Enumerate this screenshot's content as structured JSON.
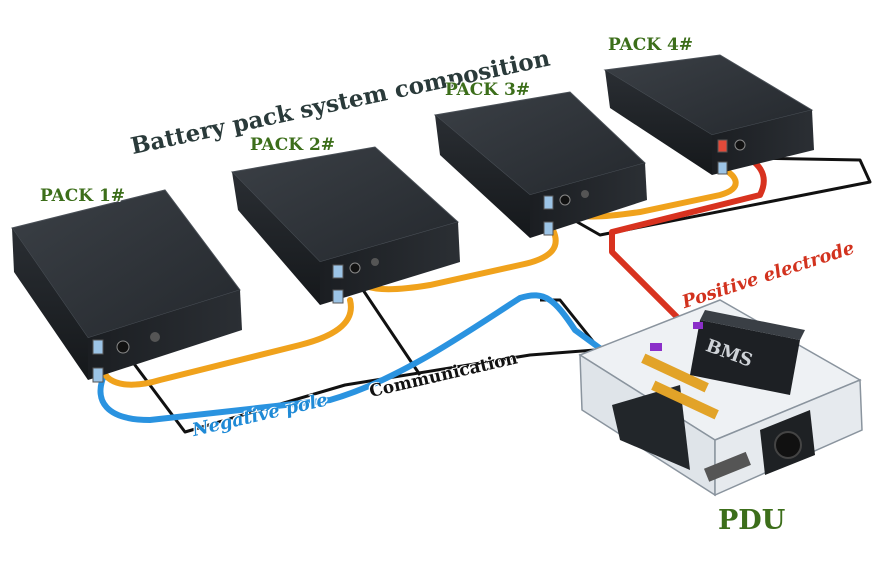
{
  "title": "Battery pack system composition",
  "packs": [
    {
      "label": "PACK 1#"
    },
    {
      "label": "PACK 2#"
    },
    {
      "label": "PACK 3#"
    },
    {
      "label": "PACK 4#"
    }
  ],
  "cables": {
    "positive_label": "Positive electrode",
    "negative_label": "Negative pole",
    "communication_label": "Communication"
  },
  "pdu": {
    "label": "PDU",
    "bms_label": "BMS"
  },
  "colors": {
    "positive": "#d8321f",
    "negative": "#2a93e0",
    "series_link": "#f0a21c",
    "communication": "#111111",
    "pack_label": "#3c6e1a",
    "pack_body": "#2c3035"
  }
}
